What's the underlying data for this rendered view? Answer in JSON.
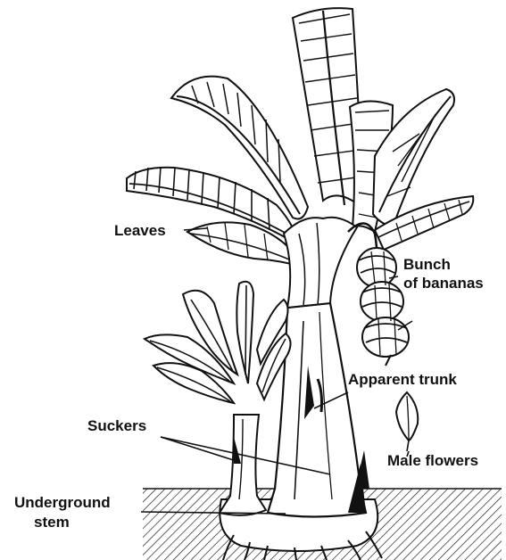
{
  "labels": {
    "leaves": "Leaves",
    "bunch_line1": "Bunch",
    "bunch_line2": "of bananas",
    "apparent_trunk": "Apparent trunk",
    "suckers": "Suckers",
    "male_flowers": "Male flowers",
    "underground_line1": "Underground",
    "underground_line2": "stem"
  },
  "colors": {
    "ink": "#111111",
    "paper": "#ffffff"
  }
}
